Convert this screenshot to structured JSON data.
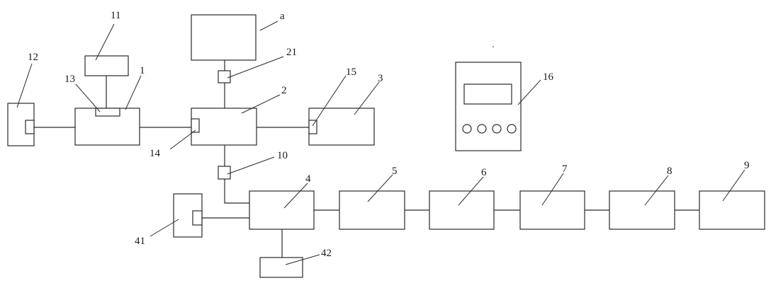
{
  "diagram": {
    "labels": {
      "n1": "1",
      "n2": "2",
      "n3": "3",
      "n4": "4",
      "n5": "5",
      "n6": "6",
      "n7": "7",
      "n8": "8",
      "n9": "9",
      "n10": "10",
      "n11": "11",
      "n12": "12",
      "n13": "13",
      "n14": "14",
      "n15": "15",
      "n16": "16",
      "n21": "21",
      "n41": "41",
      "n42": "42",
      "a": "a"
    }
  }
}
